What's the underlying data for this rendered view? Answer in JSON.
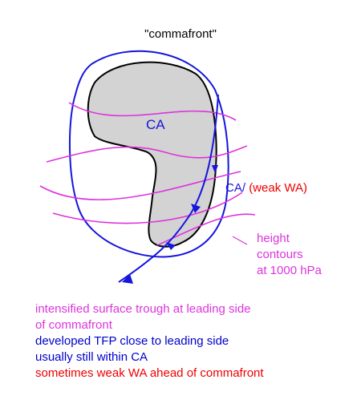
{
  "title": "\"commafront\"",
  "labels": {
    "ca": "CA",
    "ca_slash": "CA/",
    "weak_wa": "(weak WA)",
    "height_contours": [
      "height",
      "contours",
      "at 1000 hPa"
    ]
  },
  "legend": [
    {
      "text": "intensified surface trough at leading side",
      "color": "#dd33dd"
    },
    {
      "text": "of commafront",
      "color": "#dd33dd"
    },
    {
      "text": "developed TFP close to leading side",
      "color": "#0000cc"
    },
    {
      "text": "usually still within CA",
      "color": "#0000cc"
    },
    {
      "text": "sometimes weak WA ahead of commafront",
      "color": "#ee0000"
    }
  ],
  "colors": {
    "cloud_fill": "#d3d3d3",
    "front": "#1515dd",
    "contours": "#dd33dd",
    "warm_advection": "#ee0000"
  }
}
